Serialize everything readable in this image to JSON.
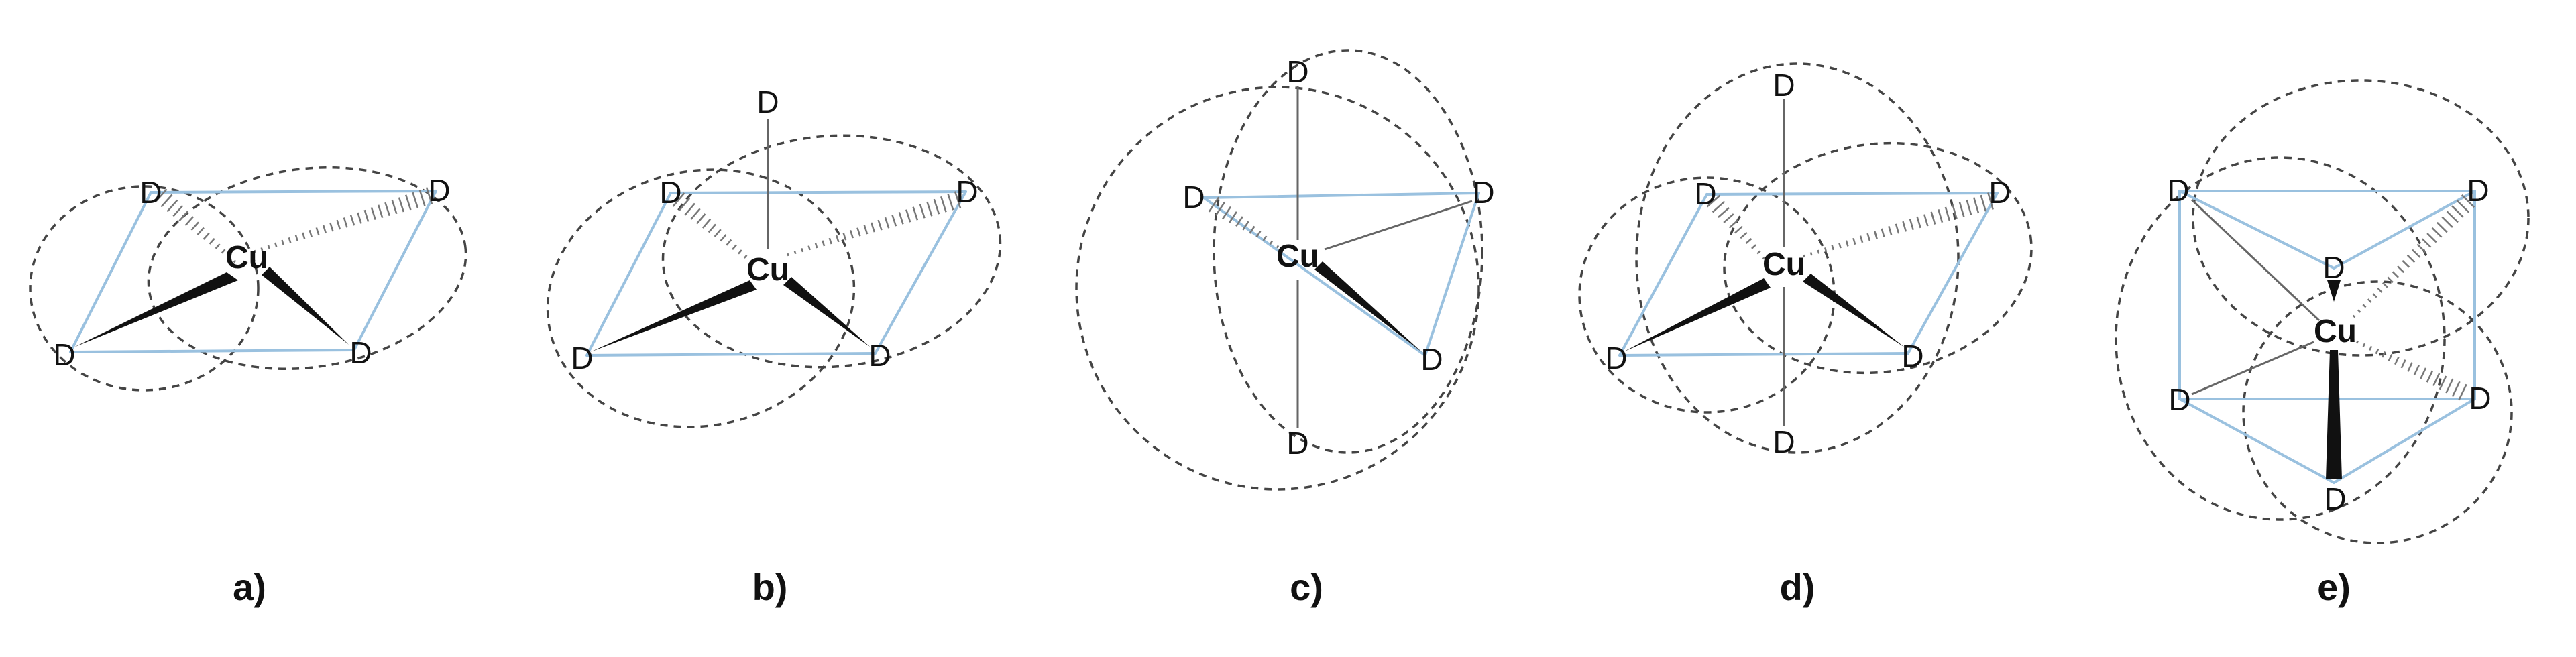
{
  "colors": {
    "edge": "#9ac1df",
    "bond": "#666666",
    "orbital": "#444444",
    "wedge": "#111111",
    "text": "#111111"
  },
  "panels": [
    {
      "label": "a)",
      "metal": "Cu",
      "ligand": "D"
    },
    {
      "label": "b)",
      "metal": "Cu",
      "ligand": "D"
    },
    {
      "label": "c)",
      "metal": "Cu",
      "ligand": "D"
    },
    {
      "label": "d)",
      "metal": "Cu",
      "ligand": "D"
    },
    {
      "label": "e)",
      "metal": "Cu",
      "ligand": "D"
    }
  ]
}
